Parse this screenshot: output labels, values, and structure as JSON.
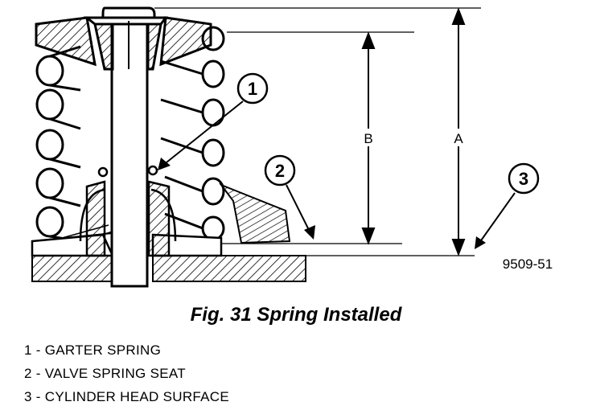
{
  "diagram": {
    "callouts": {
      "c1": "1",
      "c2": "2",
      "c3": "3"
    },
    "dimensions": {
      "a": "A",
      "b": "B"
    },
    "figure_number": "9509-51"
  },
  "caption": "Fig. 31 Spring Installed",
  "legend": [
    "1 - GARTER SPRING",
    "2 - VALVE SPRING SEAT",
    "3 - CYLINDER HEAD SURFACE"
  ]
}
